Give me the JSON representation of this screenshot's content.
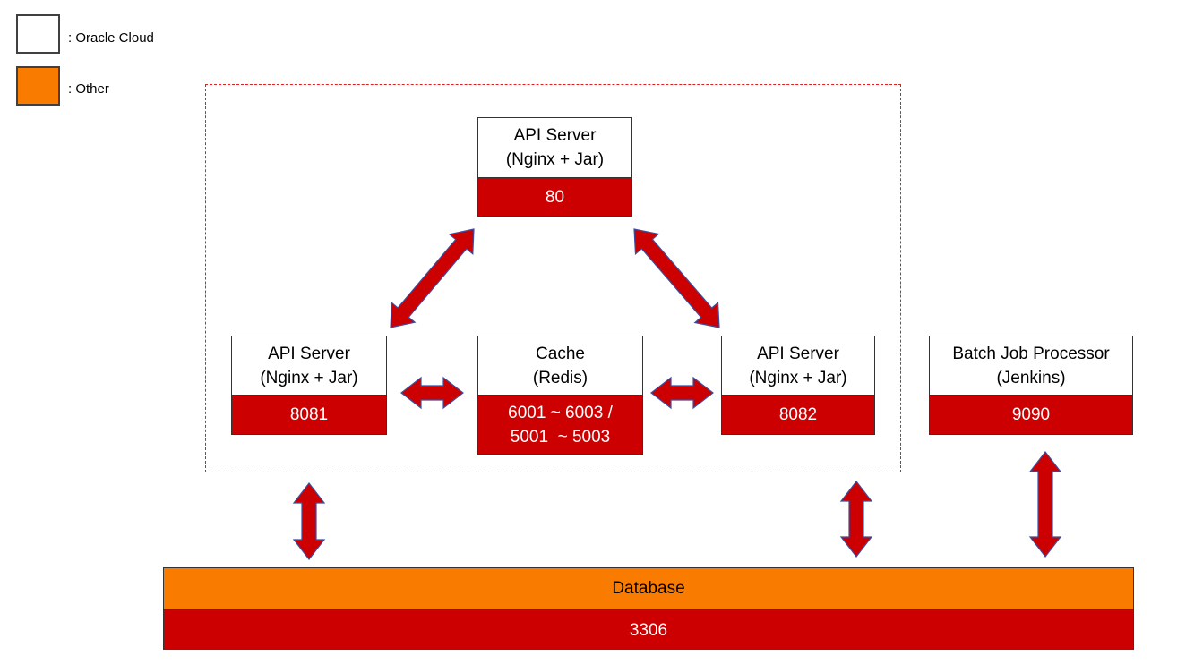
{
  "legend": [
    {
      "label": ": Oracle Cloud",
      "color": "#ffffff"
    },
    {
      "label": ": Other",
      "color": "#f97b00"
    }
  ],
  "nodes": {
    "api_top": {
      "title": "API Server",
      "subtitle": "(Nginx + Jar)",
      "port": "80"
    },
    "api_left": {
      "title": "API Server",
      "subtitle": "(Nginx + Jar)",
      "port": "8081"
    },
    "cache": {
      "title": "Cache",
      "subtitle": "(Redis)",
      "port_line1": "6001 ~ 6003 /",
      "port_line2": "5001  ~ 5003"
    },
    "api_right": {
      "title": "API Server",
      "subtitle": "(Nginx + Jar)",
      "port": "8082"
    },
    "batch": {
      "title": "Batch Job Processor",
      "subtitle": "(Jenkins)",
      "port": "9090"
    },
    "database": {
      "title": "Database",
      "port": "3306"
    }
  },
  "colors": {
    "port_fill": "#cc0000",
    "other_fill": "#f97b00",
    "group_border": "#e02020",
    "arrow_fill": "#cc0000",
    "arrow_stroke": "#3b4fa0"
  },
  "connections": [
    {
      "from": "api_top",
      "to": "api_left",
      "direction": "both"
    },
    {
      "from": "api_top",
      "to": "api_right",
      "direction": "both"
    },
    {
      "from": "api_left",
      "to": "cache",
      "direction": "both"
    },
    {
      "from": "cache",
      "to": "api_right",
      "direction": "both"
    },
    {
      "from": "api_group",
      "to": "database",
      "direction": "both"
    },
    {
      "from": "api_group",
      "to": "database",
      "direction": "both"
    },
    {
      "from": "batch",
      "to": "database",
      "direction": "both"
    }
  ]
}
